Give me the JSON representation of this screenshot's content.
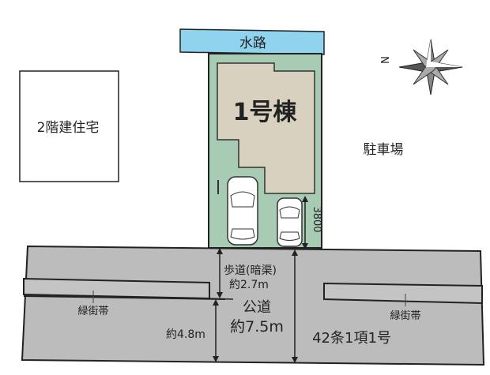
{
  "labels": {
    "water_channel": "水路",
    "building": "1号棟",
    "neighbor_house": "2階建住宅",
    "parking_lot": "駐車場",
    "dimension_3800": "3800",
    "sidewalk": "歩道(暗渠)",
    "sidewalk_width": "約2.7m",
    "road": "公道",
    "road_width": "約7.5m",
    "lane_width": "約4.8m",
    "green_belt_left": "緑街帯",
    "green_belt_right": "緑街帯",
    "road_class": "42条1項1号",
    "compass_north": "N"
  },
  "colors": {
    "water": "#8fd3ee",
    "lot": "#a8cbb3",
    "building": "#d8d1c0",
    "road": "#bcbcbc"
  }
}
